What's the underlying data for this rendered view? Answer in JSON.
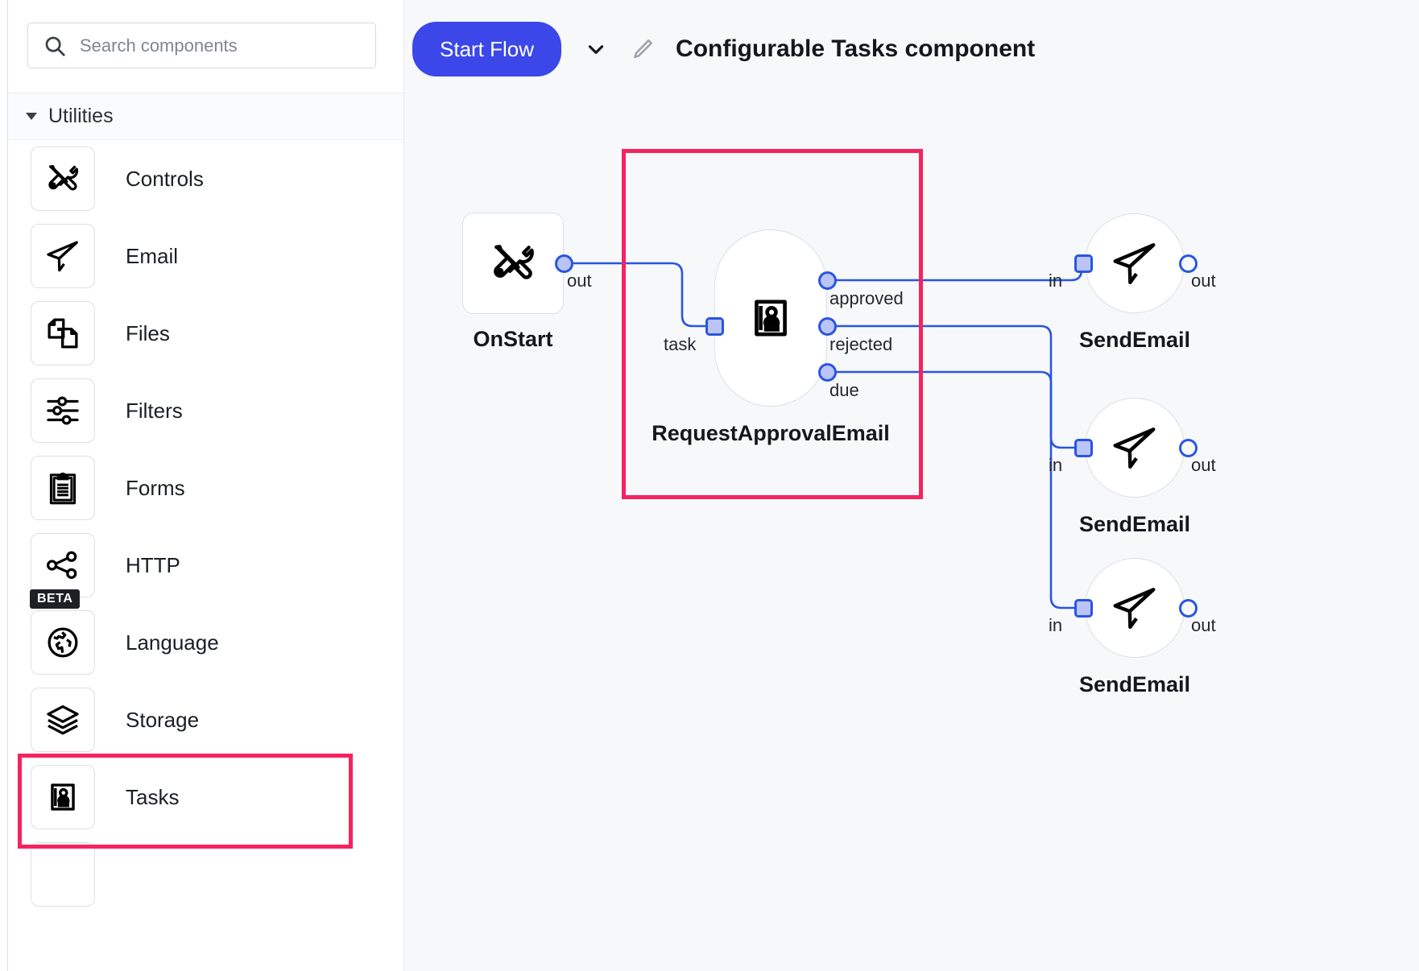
{
  "sidebar": {
    "search": {
      "placeholder": "Search components",
      "value": "",
      "icon": "search-icon"
    },
    "group": {
      "label": "Utilities",
      "expanded": true,
      "caret_icon": "caret-down-icon"
    },
    "items": [
      {
        "label": "Controls",
        "icon": "tools-icon",
        "badge": ""
      },
      {
        "label": "Email",
        "icon": "paper-plane-icon",
        "badge": ""
      },
      {
        "label": "Files",
        "icon": "files-icon",
        "badge": ""
      },
      {
        "label": "Filters",
        "icon": "sliders-icon",
        "badge": ""
      },
      {
        "label": "Forms",
        "icon": "clipboard-icon",
        "badge": ""
      },
      {
        "label": "HTTP",
        "icon": "share-nodes-icon",
        "badge": ""
      },
      {
        "label": "Language",
        "icon": "globe-icon",
        "badge": "BETA"
      },
      {
        "label": "Storage",
        "icon": "layers-icon",
        "badge": ""
      },
      {
        "label": "Tasks",
        "icon": "id-card-icon",
        "badge": ""
      }
    ],
    "highlighted_item": "Tasks"
  },
  "header": {
    "start_flow_label": "Start Flow",
    "chevron_icon": "chevron-down-icon",
    "edit_icon": "pencil-icon",
    "title": "Configurable Tasks component"
  },
  "canvas": {
    "nodes": [
      {
        "id": "onstart",
        "name": "OnStart",
        "shape": "square",
        "icon": "tools-icon",
        "outputs": [
          {
            "label": "out",
            "kind": "round-filled"
          }
        ],
        "inputs": []
      },
      {
        "id": "requestapprovalemail",
        "name": "RequestApprovalEmail",
        "shape": "pill",
        "icon": "id-card-icon",
        "highlighted": true,
        "inputs": [
          {
            "label": "task",
            "kind": "square"
          }
        ],
        "outputs": [
          {
            "label": "approved",
            "kind": "round-filled"
          },
          {
            "label": "rejected",
            "kind": "round-filled"
          },
          {
            "label": "due",
            "kind": "round-filled"
          }
        ]
      },
      {
        "id": "sendemail-1",
        "name": "SendEmail",
        "shape": "circle",
        "icon": "paper-plane-icon",
        "inputs": [
          {
            "label": "in",
            "kind": "square"
          }
        ],
        "outputs": [
          {
            "label": "out",
            "kind": "round-hollow"
          }
        ]
      },
      {
        "id": "sendemail-2",
        "name": "SendEmail",
        "shape": "circle",
        "icon": "paper-plane-icon",
        "inputs": [
          {
            "label": "in",
            "kind": "square"
          }
        ],
        "outputs": [
          {
            "label": "out",
            "kind": "round-hollow"
          }
        ]
      },
      {
        "id": "sendemail-3",
        "name": "SendEmail",
        "shape": "circle",
        "icon": "paper-plane-icon",
        "inputs": [
          {
            "label": "in",
            "kind": "square"
          }
        ],
        "outputs": [
          {
            "label": "out",
            "kind": "round-hollow"
          }
        ]
      }
    ],
    "edges": [
      {
        "from": "onstart.out",
        "to": "requestapprovalemail.task"
      },
      {
        "from": "requestapprovalemail.approved",
        "to": "sendemail-1.in"
      },
      {
        "from": "requestapprovalemail.rejected",
        "to": "sendemail-2.in"
      },
      {
        "from": "requestapprovalemail.due",
        "to": "sendemail-3.in"
      }
    ]
  },
  "colors": {
    "accent": "#3b47e8",
    "wire": "#2a55e0",
    "highlight": "#f5235f",
    "canvas_bg": "#f6f8fa",
    "port_fill": "#bac4f5"
  },
  "labels": {
    "node_onstart": "OnStart",
    "node_request": "RequestApprovalEmail",
    "node_send1": "SendEmail",
    "node_send2": "SendEmail",
    "node_send3": "SendEmail",
    "port_out": "out",
    "port_task": "task",
    "port_approved": "approved",
    "port_rejected": "rejected",
    "port_due": "due",
    "port_in": "in"
  }
}
